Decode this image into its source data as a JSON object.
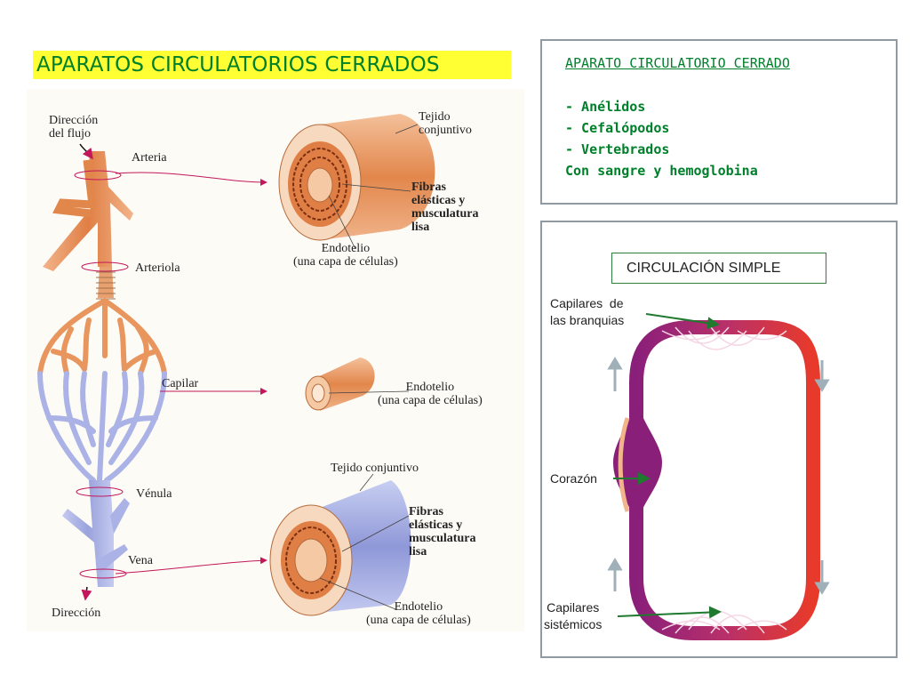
{
  "title": "APARATOS CIRCULATORIOS CERRADOS",
  "vessels": {
    "direction_flow": [
      "Dirección",
      "del flujo"
    ],
    "arteria": "Arteria",
    "arteriola": "Arteriola",
    "capilar": "Capilar",
    "venula": "Vénula",
    "vena": "Vena",
    "direction_bottom": "Dirección"
  },
  "artery_labels": {
    "tejido": [
      "Tejido",
      "conjuntivo"
    ],
    "fibras": [
      "Fibras",
      "elásticas y",
      "musculatura",
      "lisa"
    ],
    "endotelio": [
      "Endotelio",
      "(una capa de células)"
    ]
  },
  "capillary_labels": {
    "endotelio": [
      "Endotelio",
      "(una capa de células)"
    ]
  },
  "vein_labels": {
    "tejido": "Tejido conjuntivo",
    "fibras": [
      "Fibras",
      "elásticas y",
      "musculatura",
      "lisa"
    ],
    "endotelio": [
      "Endotelio",
      "(una capa de células)"
    ]
  },
  "info": {
    "heading": "APARATO CIRCULATORIO CERRADO",
    "items": [
      "- Anélidos",
      "- Cefalópodos",
      "- Vertebrados",
      "Con sangre y hemoglobina"
    ]
  },
  "simple": {
    "title": "CIRCULACIÓN SIMPLE",
    "gills": [
      "Capilares  de",
      "las branquias"
    ],
    "heart": "Corazón",
    "systemic": [
      "Capilares",
      "sistémicos"
    ]
  },
  "colors": {
    "accent_green": "#00802b",
    "title_bg": "#ffff33",
    "artery": "#e9955e",
    "vein": "#aab2e6",
    "oxygenated": "#e83a2a",
    "deoxygenated": "#8a1f7a"
  }
}
